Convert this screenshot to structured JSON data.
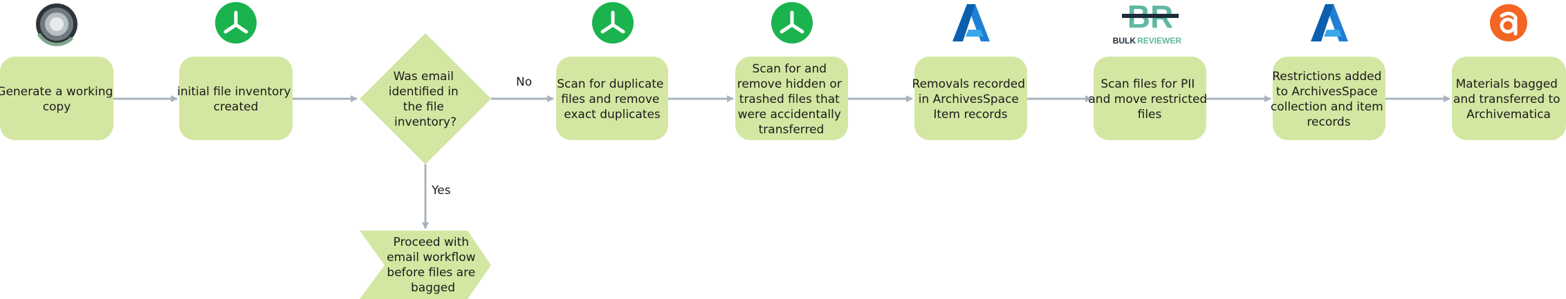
{
  "colors": {
    "node_fill": "#d3e7a2",
    "arrow": "#a8b4bd",
    "green_logo": "#1ab34e",
    "azure_blue": "#1f7fd4",
    "orange_logo": "#f26522",
    "br_teal": "#5fb8a2",
    "br_dark": "#1d2b3a"
  },
  "nodes": [
    {
      "id": "n1",
      "label_lines": [
        "Generate a working",
        "copy"
      ],
      "icon": "gray-disc-icon"
    },
    {
      "id": "n2",
      "label_lines": [
        "initial file inventory",
        "created"
      ],
      "icon": "green-trefoil-icon"
    },
    {
      "id": "n3",
      "label_lines": [
        "Was email",
        "identified in",
        "the file",
        "inventory?"
      ],
      "shape": "decision"
    },
    {
      "id": "n4",
      "label_lines": [
        "Scan for duplicate",
        "files and remove",
        "exact duplicates"
      ],
      "icon": "green-trefoil-icon"
    },
    {
      "id": "n5",
      "label_lines": [
        "Scan for and",
        "remove hidden or",
        "trashed files that",
        "were accidentally",
        "transferred"
      ],
      "icon": "green-trefoil-icon"
    },
    {
      "id": "n6",
      "label_lines": [
        "Removals recorded",
        "in ArchivesSpace",
        "Item records"
      ],
      "icon": "archivesspace-a-icon"
    },
    {
      "id": "n7",
      "label_lines": [
        "Scan files for PII",
        "and move restricted",
        "files"
      ],
      "icon": "bulk-reviewer-logo"
    },
    {
      "id": "n8",
      "label_lines": [
        "Restrictions added",
        "to ArchivesSpace",
        "collection and item",
        "records"
      ],
      "icon": "archivesspace-a-icon"
    },
    {
      "id": "n9",
      "label_lines": [
        "Materials bagged",
        "and transferred to",
        "Archivematica"
      ],
      "icon": "archivematica-a-icon"
    },
    {
      "id": "n10",
      "label_lines": [
        "Proceed with",
        "email workflow",
        "before files are",
        "bagged"
      ],
      "shape": "chevron"
    }
  ],
  "edges": {
    "no_label": "No",
    "yes_label": "Yes"
  },
  "logos": {
    "bulk_reviewer_mark": "BR",
    "bulk_reviewer_word_1": "BULK",
    "bulk_reviewer_word_2": "REVIEWER"
  }
}
